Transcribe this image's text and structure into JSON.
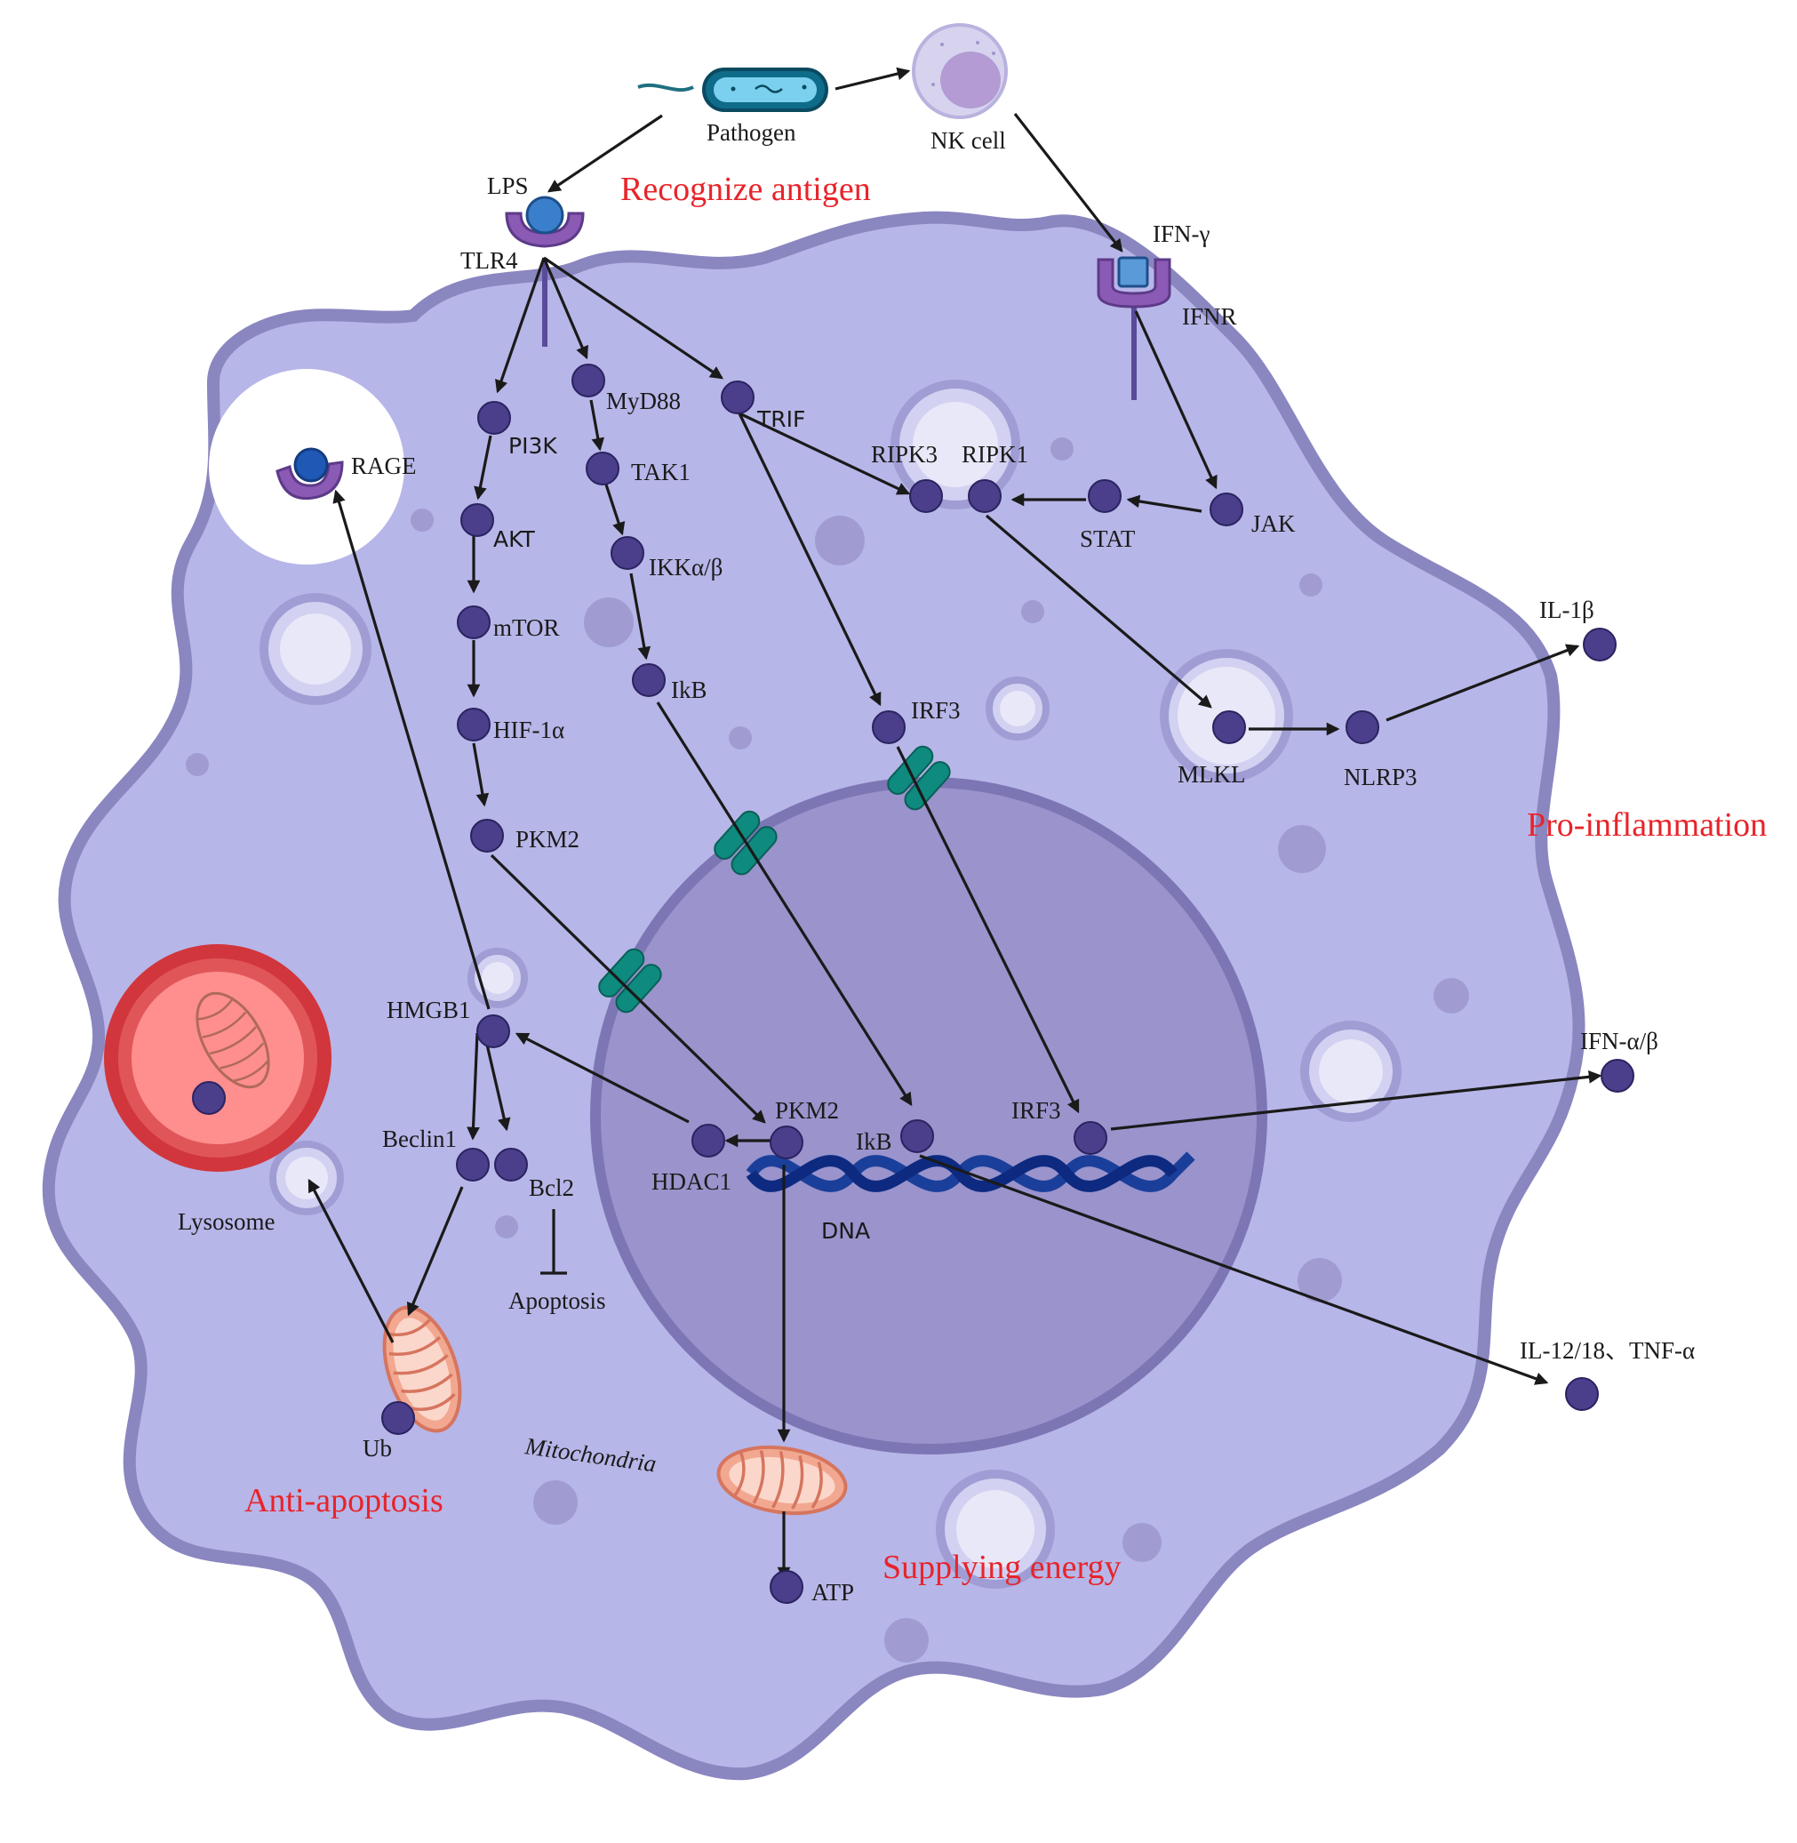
{
  "colors": {
    "cell_fill": "#b7b6e8",
    "cell_border": "#8a86c0",
    "nucleus_fill": "#9a93cc",
    "nucleus_border": "#7d76b4",
    "node": "#4b3f8c",
    "channel": "#0e8a7e",
    "receptor": "#8a5ab5",
    "ligand": "#3a7fcc",
    "lysosome_outer": "#d1363c",
    "lysosome_inner": "#ff8e8e",
    "mitochondria": "#f2a890",
    "theme_text": "#e8242a",
    "dna": "#1a3f9a"
  },
  "labels": {
    "pathogen": "Pathogen",
    "nk_cell": "NK cell",
    "lps": "LPS",
    "tlr4": "TLR4",
    "ifn_gamma": "IFN-γ",
    "ifnr": "IFNR",
    "rage": "RAGE",
    "pi3k": "PI3K",
    "akt": "AKT",
    "mtor": "mTOR",
    "hif1a": "HIF-1α",
    "pkm2_cyto": "PKM2",
    "myd88": "MyD88",
    "tak1": "TAK1",
    "ikk": "IKKα/β",
    "ikb_cyto": "IkB",
    "trif": "TRIF",
    "irf3_cyto": "IRF3",
    "ripk3": "RIPK3",
    "ripk1": "RIPK1",
    "stat": "STAT",
    "jak": "JAK",
    "mlkl": "MLKL",
    "nlrp3": "NLRP3",
    "il1b": "IL-1β",
    "ifn_ab": "IFN-α/β",
    "il12": "IL-12/18、TNF-α",
    "hmgb1": "HMGB1",
    "beclin1": "Beclin1",
    "bcl2": "Bcl2",
    "apoptosis": "Apoptosis",
    "lysosome": "Lysosome",
    "ub": "Ub",
    "mitochondria": "Mitochondria",
    "hdac1": "HDAC1",
    "pkm2_nuc": "PKM2",
    "ikb_nuc": "IkB",
    "irf3_nuc": "IRF3",
    "dna": "DNA",
    "atp": "ATP"
  },
  "themes": {
    "recognize": "Recognize antigen",
    "pro_inflammation": "Pro-inflammation",
    "anti_apoptosis": "Anti-apoptosis",
    "supplying_energy": "Supplying energy"
  }
}
